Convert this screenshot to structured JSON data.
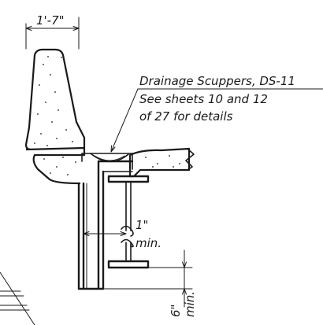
{
  "dimensions": {
    "top_width": "1'-7\"",
    "gap": "1\"",
    "gap_min": "min.",
    "side_clear": "6\"",
    "side_clear_min": "min."
  },
  "callout": {
    "line1": "Drainage Scuppers, DS-11",
    "line2": "See sheets 10 and 12",
    "line3": "of 27 for details"
  },
  "colors": {
    "ink": "#1a1a1a",
    "paper": "#ffffff"
  }
}
